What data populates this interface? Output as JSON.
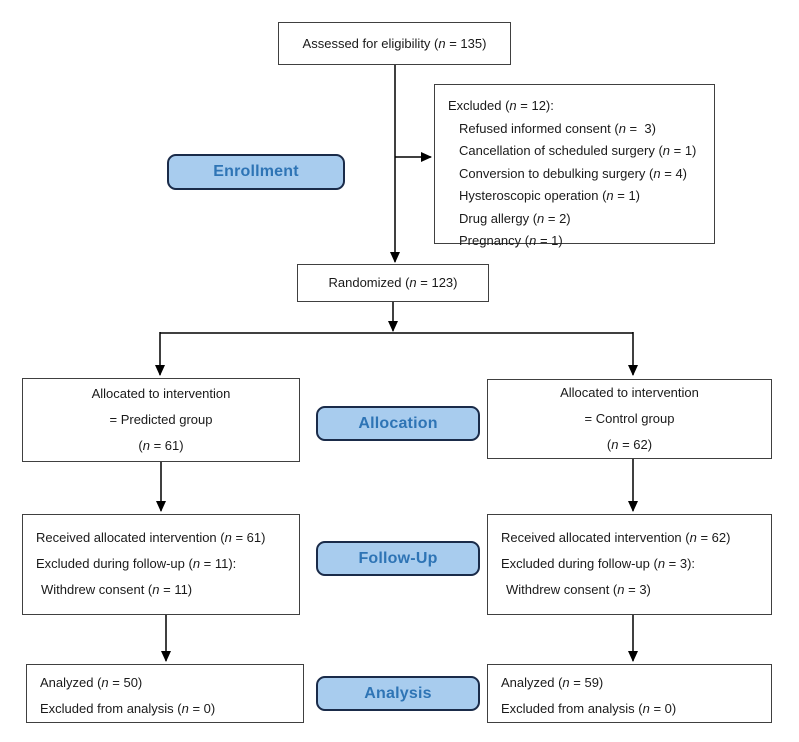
{
  "colors": {
    "label_fill": "#A8CCEE",
    "label_text": "#2E74B5",
    "label_border": "#1a2b49",
    "box_border": "#404040",
    "arrow": "#000000"
  },
  "stage_labels": {
    "enrollment": "Enrollment",
    "allocation": "Allocation",
    "followup": "Follow-Up",
    "analysis": "Analysis"
  },
  "boxes": {
    "assessed": {
      "lines": [
        "Assessed for eligibility (n = 135)"
      ]
    },
    "excluded": {
      "title": "Excluded (n = 12):",
      "items": [
        "Refused informed consent (n =  3)",
        "Cancellation of scheduled surgery (n = 1)",
        "Conversion to debulking surgery (n = 4)",
        "Hysteroscopic operation (n = 1)",
        "Drug allergy (n = 2)",
        "Pregnancy (n = 1)"
      ]
    },
    "randomized": {
      "lines": [
        "Randomized (n = 123)"
      ]
    },
    "alloc_left": {
      "lines": [
        "Allocated to intervention",
        "= Predicted group",
        "(n = 61)"
      ]
    },
    "alloc_right": {
      "lines": [
        "Allocated to intervention",
        "= Control group",
        "(n = 62)"
      ]
    },
    "followup_left": {
      "lines": [
        "Received allocated intervention (n = 61)",
        "Excluded during follow-up (n = 11):",
        "Withdrew consent (n = 11)"
      ]
    },
    "followup_right": {
      "lines": [
        "Received allocated intervention (n = 62)",
        "Excluded during follow-up (n = 3):",
        "Withdrew consent (n = 3)"
      ]
    },
    "analysis_left": {
      "lines": [
        "Analyzed (n = 50)",
        "Excluded from analysis (n = 0)"
      ]
    },
    "analysis_right": {
      "lines": [
        "Analyzed (n = 59)",
        "Excluded from analysis (n = 0)"
      ]
    }
  }
}
